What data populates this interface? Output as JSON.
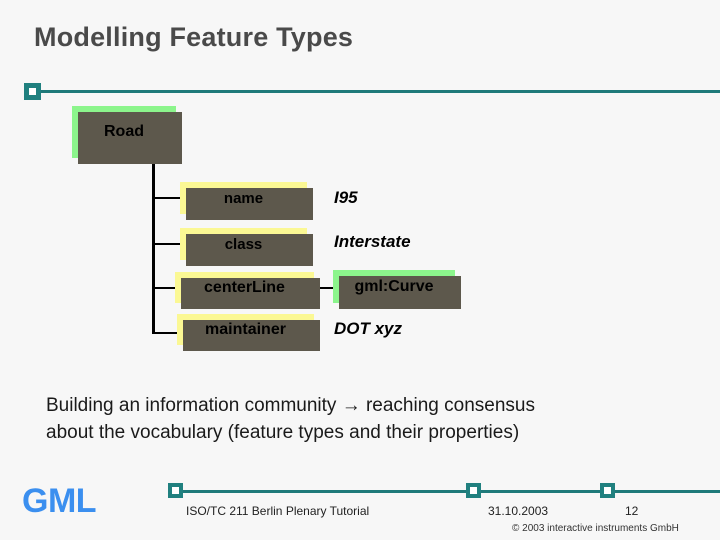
{
  "slide": {
    "title": "Modelling Feature Types",
    "background_color": "#f7f7f7",
    "accent_color": "#20807f",
    "title_color": "#4a4a4a"
  },
  "diagram": {
    "feature_type": {
      "label": "Road",
      "fill_color": "#8cf58c",
      "shadow_color": "#5d584c"
    },
    "properties": [
      {
        "name": "name",
        "value": "I95",
        "value_kind": "text"
      },
      {
        "name": "class",
        "value": "Interstate",
        "value_kind": "text"
      },
      {
        "name": "centerLine",
        "value": "gml:Curve",
        "value_kind": "type-box"
      },
      {
        "name": "maintainer",
        "value": "DOT xyz",
        "value_kind": "text"
      }
    ],
    "property_fill_color": "#fbf894",
    "type_box_fill_color": "#8cf58c"
  },
  "body": {
    "line1": "Building an information community → reaching consensus",
    "line2": "about the vocabulary (feature types and their properties)"
  },
  "footer": {
    "logo": "GML",
    "logo_color": "#3b8fef",
    "tutorial": "ISO/TC 211 Berlin Plenary Tutorial",
    "date": "31.10.2003",
    "page_number": "12",
    "copyright": "© 2003 interactive instruments GmbH"
  }
}
